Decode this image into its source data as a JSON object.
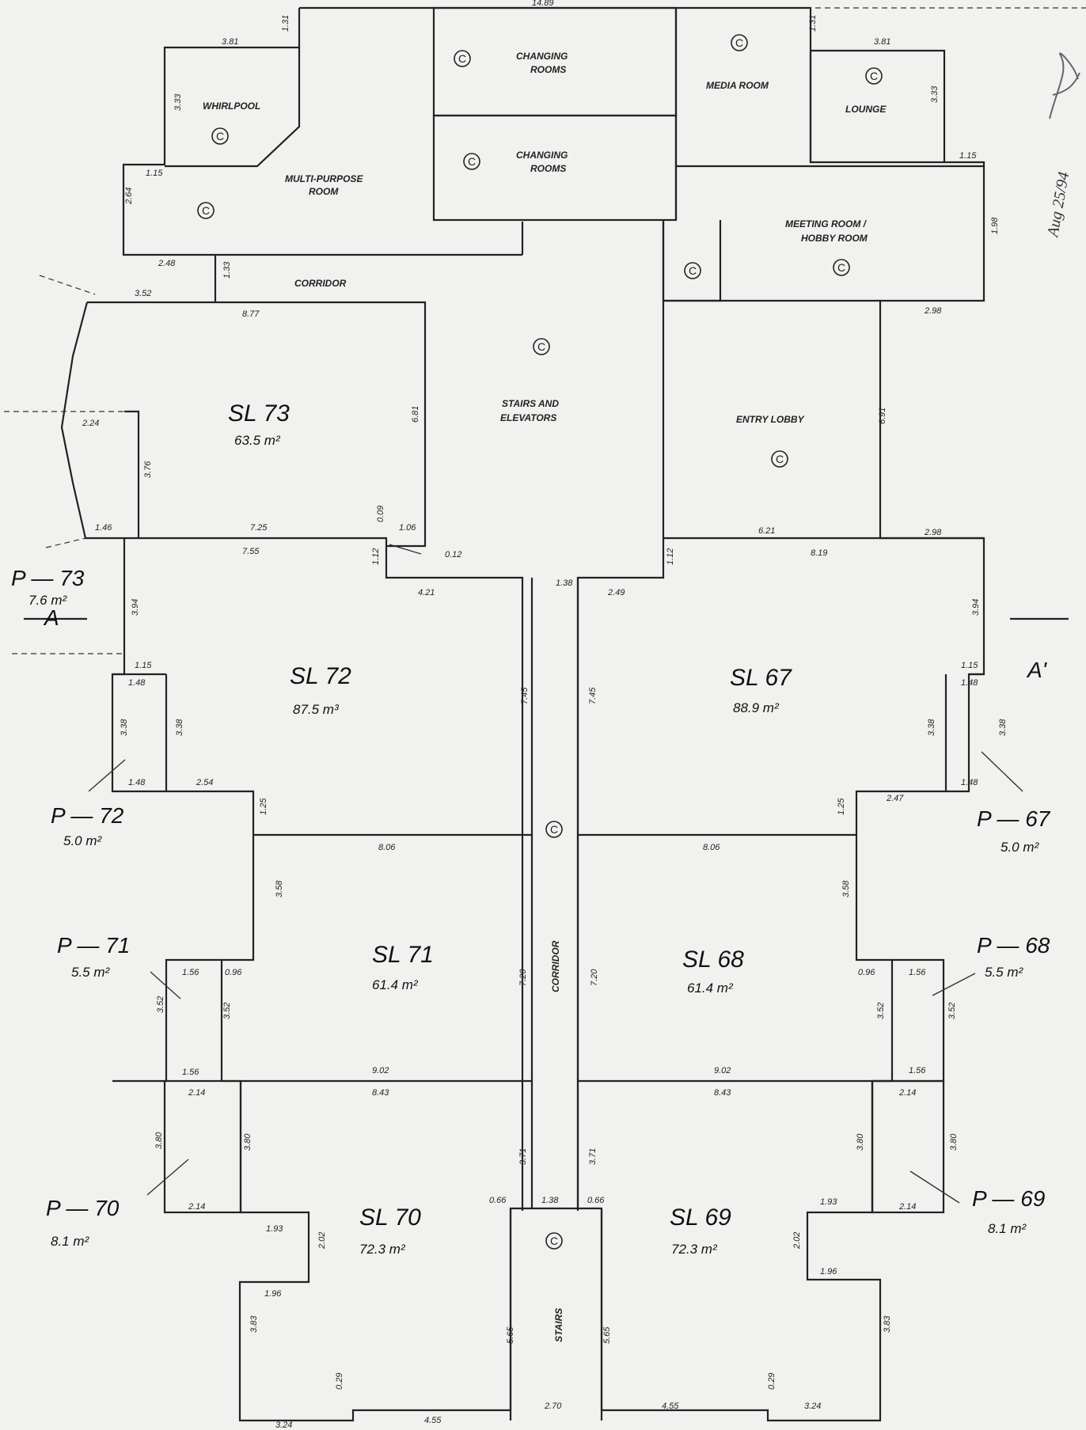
{
  "labels": {
    "top_dim": "14.89",
    "section_a": "A",
    "section_a_prime": "A'",
    "common": "C",
    "sl73": "SL 73",
    "sl73_area": "63.5 m²",
    "sl72": "SL 72",
    "sl72_area": "87.5 m³",
    "sl67": "SL 67",
    "sl67_area": "88.9 m²",
    "sl71": "SL 71",
    "sl71_area": "61.4 m²",
    "sl68": "SL 68",
    "sl68_area": "61.4 m²",
    "sl70": "SL 70",
    "sl70_area": "72.3 m²",
    "sl69": "SL 69",
    "sl69_area": "72.3 m²",
    "p73": "P — 73",
    "p73_area": "7.6 m²",
    "p72": "P — 72",
    "p72_area": "5.0 m²",
    "p67": "P — 67",
    "p67_area": "5.0 m²",
    "p71": "P — 71",
    "p71_area": "5.5 m²",
    "p68": "P — 68",
    "p68_area": "5.5 m²",
    "p70": "P — 70",
    "p70_area": "8.1 m²",
    "p69": "P — 69",
    "p69_area": "8.1 m²",
    "whirlpool": "WHIRLPOOL",
    "changing1a": "CHANGING",
    "changing1b": "ROOMS",
    "changing2a": "CHANGING",
    "changing2b": "ROOMS",
    "media": "MEDIA ROOM",
    "lounge": "LOUNGE",
    "multi_a": "MULTI-PURPOSE",
    "multi_b": "ROOM",
    "meeting_a": "MEETING ROOM /",
    "meeting_b": "HOBBY ROOM",
    "corridor_top": "CORRIDOR",
    "stairs_a": "STAIRS AND",
    "stairs_b": "ELEVATORS",
    "entry": "ENTRY LOBBY",
    "corridor_mid": "CORRIDOR",
    "stairs": "STAIRS",
    "handwritten_date": "Aug 25/94"
  },
  "dimensions": [
    "3.81",
    "1.31",
    "3.33",
    "1.15",
    "2.64",
    "2.48",
    "1.33",
    "3.52",
    "1.31",
    "3.81",
    "3.33",
    "1.15",
    "1.98",
    "2.98",
    "8.77",
    "6.81",
    "2.24",
    "3.76",
    "1.46",
    "7.25",
    "0.09",
    "1.06",
    "7.55",
    "1.12",
    "0.12",
    "4.21",
    "1.38",
    "2.49",
    "1.12",
    "6.21",
    "2.98",
    "8.19",
    "6.91",
    "3.94",
    "3.94",
    "1.15",
    "1.48",
    "3.38",
    "3.38",
    "1.48",
    "2.54",
    "1.25",
    "1.15",
    "1.48",
    "3.38",
    "3.38",
    "1.48",
    "2.47",
    "1.25",
    "7.45",
    "7.45",
    "8.06",
    "8.06",
    "3.58",
    "3.58",
    "1.56",
    "0.96",
    "3.52",
    "3.52",
    "1.56",
    "0.96",
    "1.56",
    "3.52",
    "3.52",
    "1.56",
    "7.20",
    "7.20",
    "9.02",
    "9.02",
    "8.43",
    "8.43",
    "2.14",
    "2.14",
    "3.80",
    "3.80",
    "2.14",
    "2.14",
    "3.80",
    "3.80",
    "3.71",
    "3.71",
    "0.66",
    "1.38",
    "0.66",
    "1.93",
    "1.93",
    "2.02",
    "2.02",
    "1.96",
    "1.96",
    "3.83",
    "3.83",
    "5.65",
    "5.65",
    "0.29",
    "4.55",
    "2.70",
    "4.55",
    "0.29",
    "3.24",
    "3.24"
  ]
}
